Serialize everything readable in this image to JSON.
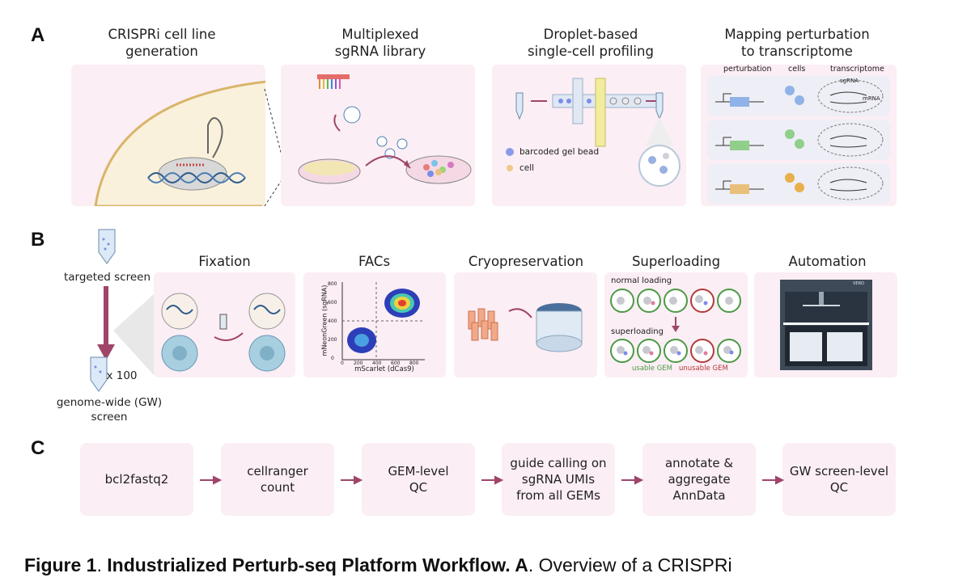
{
  "panelA": {
    "letter": "A",
    "titles": {
      "t1": "CRISPRi cell line\ngeneration",
      "t2": "Multiplexed\nsgRNA library",
      "t3": "Droplet-based\nsingle-cell profiling",
      "t4": "Mapping perturbation\nto transcriptome"
    },
    "droplet_legend": {
      "bead": "barcoded gel bead",
      "cell": "cell"
    },
    "mapping_headers": {
      "perturbation": "perturbation",
      "cells": "cells",
      "transcriptome": "transcriptome"
    },
    "mapping_labels": {
      "sgrna": "sgRNA",
      "mrna": "mRNA"
    }
  },
  "panelB": {
    "letter": "B",
    "targeted_label": "targeted screen",
    "multiplier": "x 100",
    "gw_label": "genome-wide (GW)\nscreen",
    "titles": {
      "fixation": "Fixation",
      "facs": "FACs",
      "cryo": "Cryopreservation",
      "superloading": "Superloading",
      "automation": "Automation"
    },
    "facs_axes": {
      "ylabel": "mNeonGreen (sgRNA)",
      "xlabel": "mScarlet (dCas9)",
      "yticks": [
        "0",
        "200",
        "400",
        "600",
        "800"
      ],
      "xticks": [
        "0",
        "200",
        "400",
        "600",
        "800"
      ]
    },
    "superloading": {
      "normal": "normal loading",
      "super": "superloading",
      "usable": "usable GEM",
      "unusable": "unusable GEM"
    },
    "automation_logo": "VERO"
  },
  "panelC": {
    "letter": "C",
    "steps": [
      "bcl2fastq2",
      "cellranger\ncount",
      "GEM-level\nQC",
      "guide calling on\nsgRNA UMIs\nfrom all GEMs",
      "annotate &\naggregate\nAnnData",
      "GW screen-level\nQC"
    ]
  },
  "caption": {
    "label": "Figure 1",
    "sep": ". ",
    "title": "Industrialized Perturb-seq Platform Workflow.",
    "a": " A",
    "rest": ". Overview of a CRISPRi"
  },
  "colors": {
    "panel_bg": "#fbeef4",
    "arrow": "#a0456a",
    "usable": "#4c9a45",
    "unusable": "#b23a3a"
  }
}
